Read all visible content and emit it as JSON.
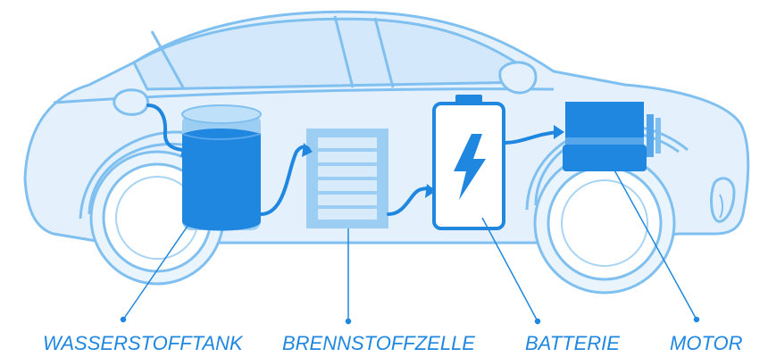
{
  "colors": {
    "accent": "#1f87e0",
    "outline": "#7fc0f0",
    "body_fill": "#dcecfb",
    "light_fill": "#bfe0f9"
  },
  "components": [
    {
      "id": "hydrogen-tank",
      "label": "WASSERSTOFFTANK"
    },
    {
      "id": "fuel-cell",
      "label": "BRENNSTOFFZELLE"
    },
    {
      "id": "battery",
      "label": "BATTERIE",
      "icon": "lightning-bolt-icon"
    },
    {
      "id": "motor",
      "label": "MOTOR"
    }
  ]
}
